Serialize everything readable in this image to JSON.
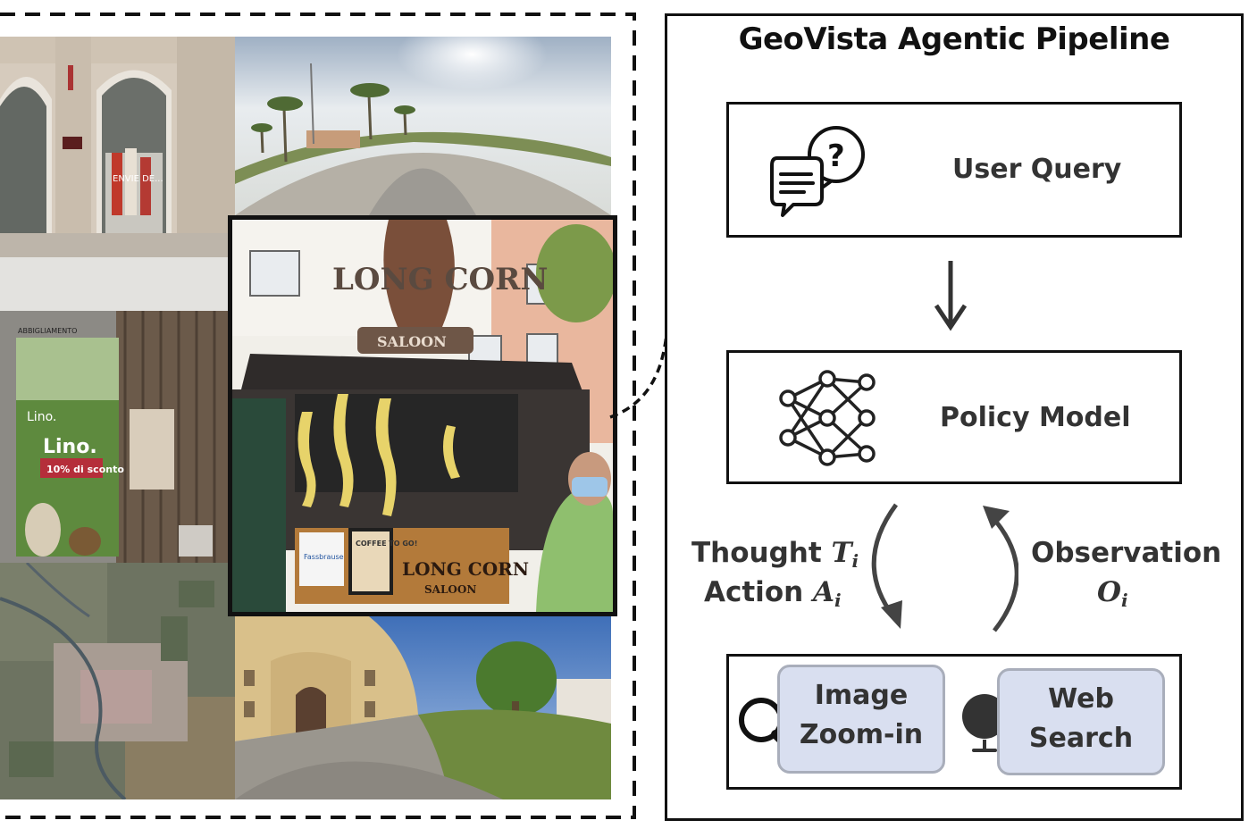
{
  "pipeline": {
    "title": "GeoVista Agentic Pipeline",
    "user_query": {
      "label": "User Query",
      "icon": "chat-question-icon"
    },
    "policy_model": {
      "label": "Policy Model",
      "icon": "neural-network-icon"
    },
    "tools": [
      {
        "line1": "Image",
        "line2": "Zoom-in",
        "icon": "magnifier-icon"
      },
      {
        "line1": "Web",
        "line2": "Search",
        "icon": "globe-icon"
      }
    ],
    "thought": {
      "word": "Thought",
      "symbol": "T",
      "subscript": "i"
    },
    "action": {
      "word": "Action",
      "symbol": "A",
      "subscript": "i"
    },
    "observation": {
      "word": "Observation",
      "symbol": "O",
      "subscript": "i"
    }
  },
  "photos": {
    "storefront_sign": "ENVIE DE...",
    "lino_brand": "Lino.",
    "lino_small": "Lino.",
    "lino_promo": "10% di sconto",
    "store_sign": "ABBIGLIAMENTO",
    "truck_sign": "LONG CORN",
    "truck_subsign": "SALOON",
    "truck_panel_brand": "LONG CORN",
    "truck_panel_sub": "SALOON",
    "coffee_poster": "COFFEE TO GO!",
    "brause_poster": "Fassbrause"
  },
  "colors": {
    "tool_fill": "#d9dff0",
    "tool_border": "#a9aebb",
    "text_dark": "#333333",
    "frame": "#111111"
  }
}
